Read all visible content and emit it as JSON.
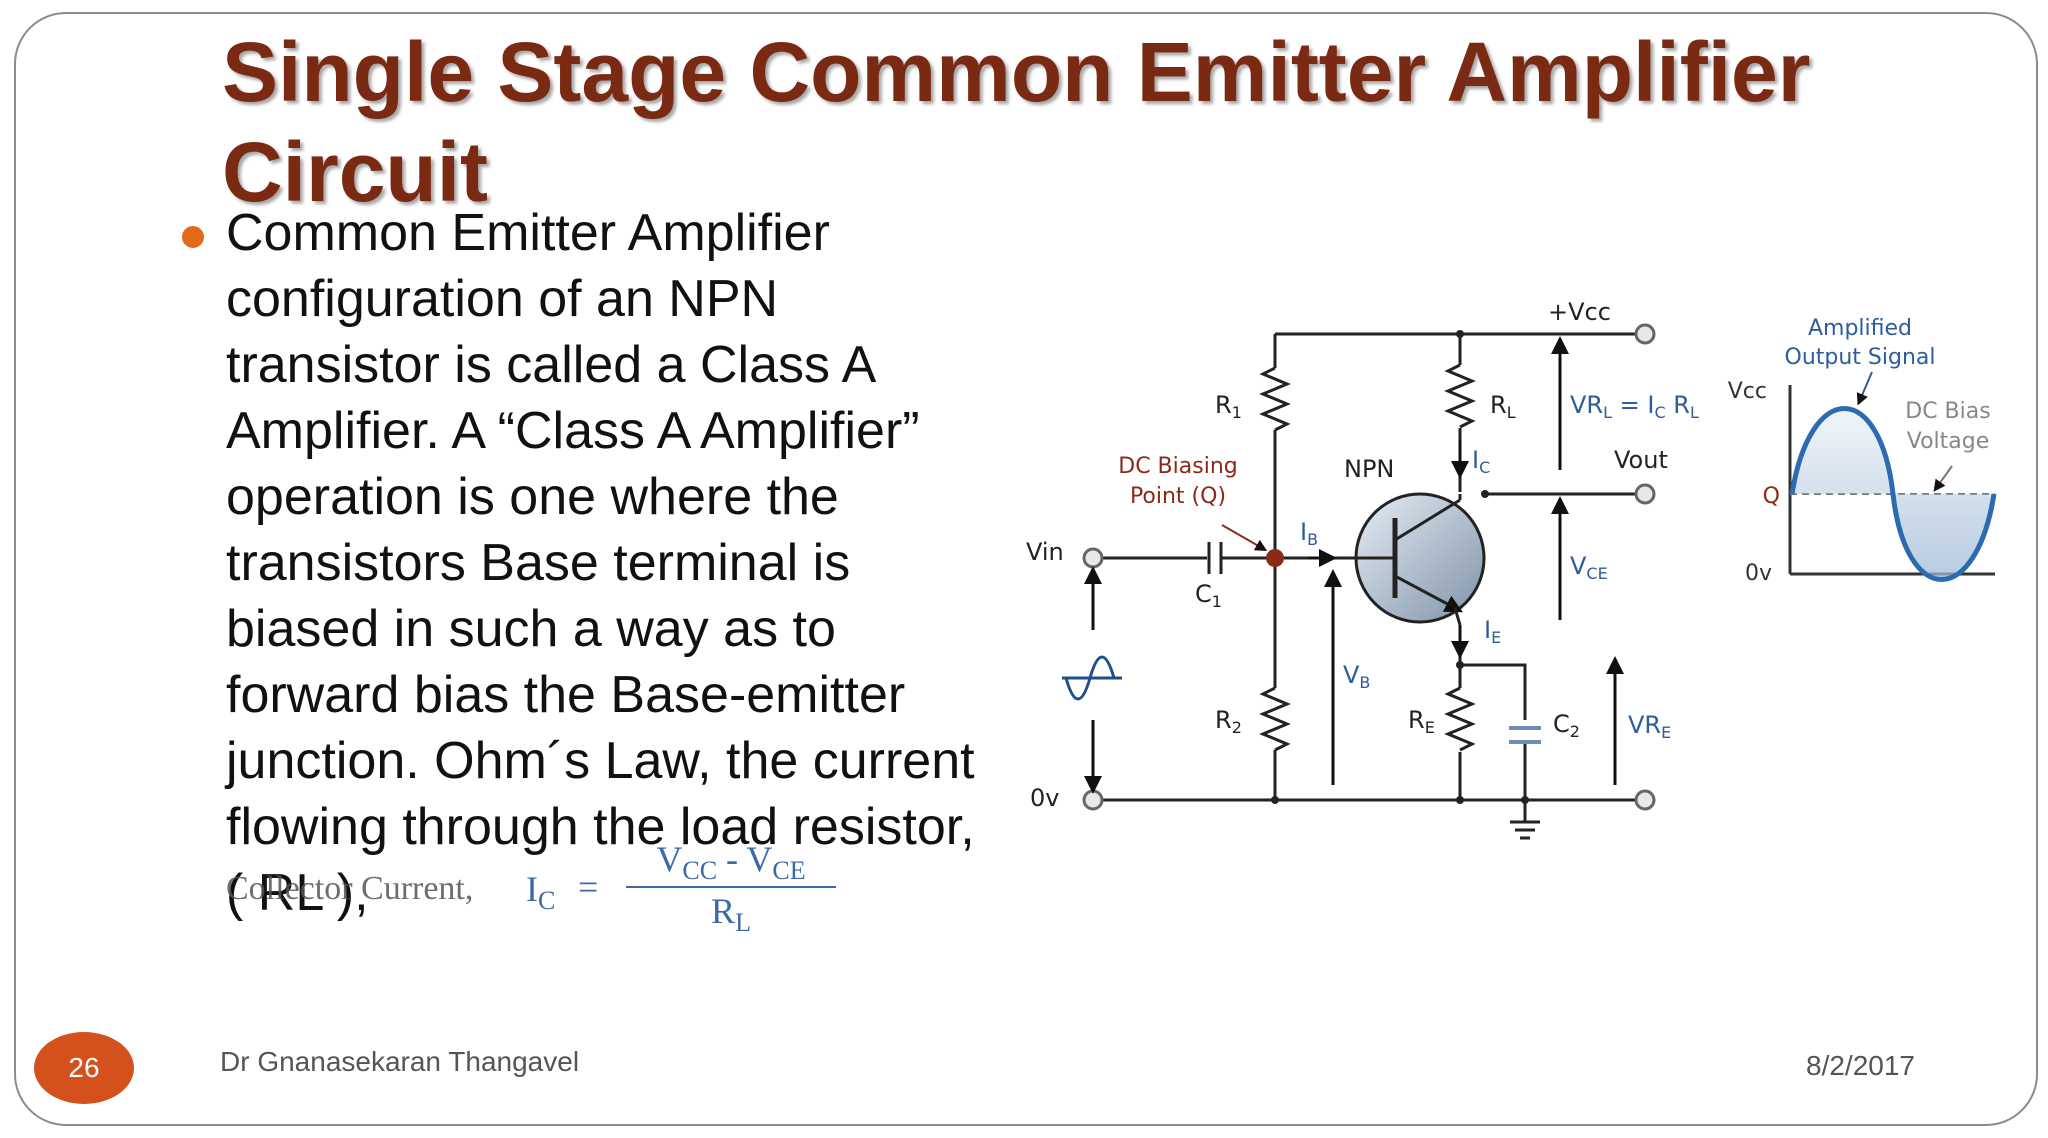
{
  "slide": {
    "title": "Single Stage Common Emitter Amplifier Circuit",
    "bullet_text": "Common Emitter Amplifier configuration of an NPN transistor is called a Class A Amplifier. A “Class A Amplifier” operation is one where the transistors Base terminal is biased in such a way as to forward bias the Base-emitter junction. Ohm´s Law, the current flowing through the load resistor, ( RL ),",
    "bullet_color": "#e06a1a",
    "title_color": "#7a2a12"
  },
  "formula": {
    "label": "Collector Current,",
    "lhs": "I",
    "lhs_sub": "C",
    "equals": "=",
    "numerator_a": "V",
    "numerator_a_sub": "CC",
    "numerator_op": "-",
    "numerator_b": "V",
    "numerator_b_sub": "CE",
    "denominator": "R",
    "denominator_sub": "L",
    "color": "#3a6aa8"
  },
  "diagram": {
    "supply_label": "+Vcc",
    "ground_label": "0v",
    "input_label": "Vin",
    "output_label": "Vout",
    "transistor_label": "NPN",
    "r1": "R",
    "r1_sub": "1",
    "r2": "R",
    "r2_sub": "2",
    "rl": "R",
    "rl_sub": "L",
    "re": "R",
    "re_sub": "E",
    "c1": "C",
    "c1_sub": "1",
    "c2": "C",
    "c2_sub": "2",
    "ib": "I",
    "ib_sub": "B",
    "ic": "I",
    "ic_sub": "C",
    "ie": "I",
    "ie_sub": "E",
    "vb": "V",
    "vb_sub": "B",
    "vce": "V",
    "vce_sub": "CE",
    "vrl_eq_1": "VR",
    "vrl_eq_1_sub": "L",
    "vrl_eq_2": " = I",
    "vrl_eq_2_sub": "C",
    "vrl_eq_3": " R",
    "vrl_eq_3_sub": "L",
    "vre": "VR",
    "vre_sub": "E",
    "bias_label_1": "DC Biasing",
    "bias_label_2": "Point (Q)",
    "bias_color": "#8b2a1a",
    "label_color": "#2d5d9a",
    "wave_title_1": "Amplified",
    "wave_title_2": "Output Signal",
    "wave_vcc": "Vcc",
    "wave_q": "Q",
    "wave_0v": "0v",
    "wave_dc_1": "DC Bias",
    "wave_dc_2": "Voltage",
    "wave_color": "#2d6bb0",
    "q_color": "#8b2a1a"
  },
  "footer": {
    "page_number": "26",
    "author": "Dr Gnanasekaran Thangavel",
    "date": "8/2/2017",
    "badge_color": "#d4501c"
  }
}
